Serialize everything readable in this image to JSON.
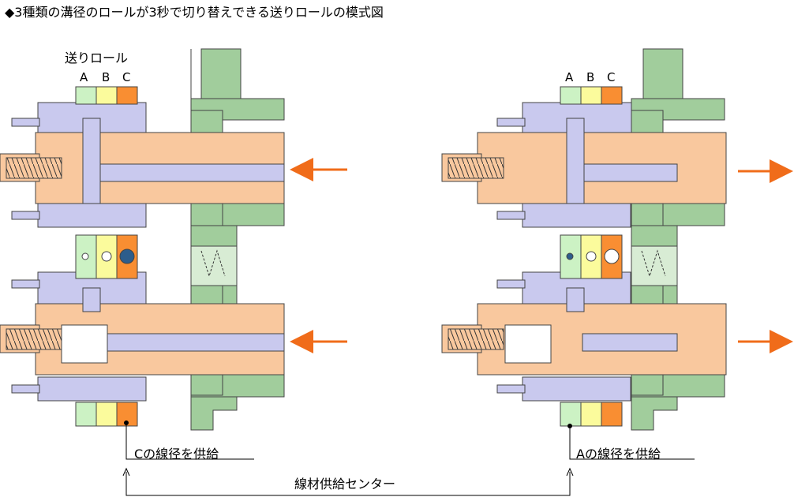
{
  "title": "◆3種類の溝径のロールが3秒で切り替えできる送りロールの模式図",
  "roll_label": "送りロール",
  "roll_columns": [
    "A",
    "B",
    "C"
  ],
  "left_supply_label": "Cの線径を供給",
  "right_supply_label": "Aの線径を供給",
  "center_label": "線材供給センター",
  "colors": {
    "orange_body": "#f9c89e",
    "lavender": "#c9c9ee",
    "green": "#a1cd9c",
    "roll_A": "#ccf2c4",
    "roll_B": "#fbfb9c",
    "roll_C": "#f98e32",
    "arrow": "#f06c1a",
    "ball": "#2d5d8c"
  },
  "arrow_directions": {
    "left": "in",
    "right": "out"
  }
}
